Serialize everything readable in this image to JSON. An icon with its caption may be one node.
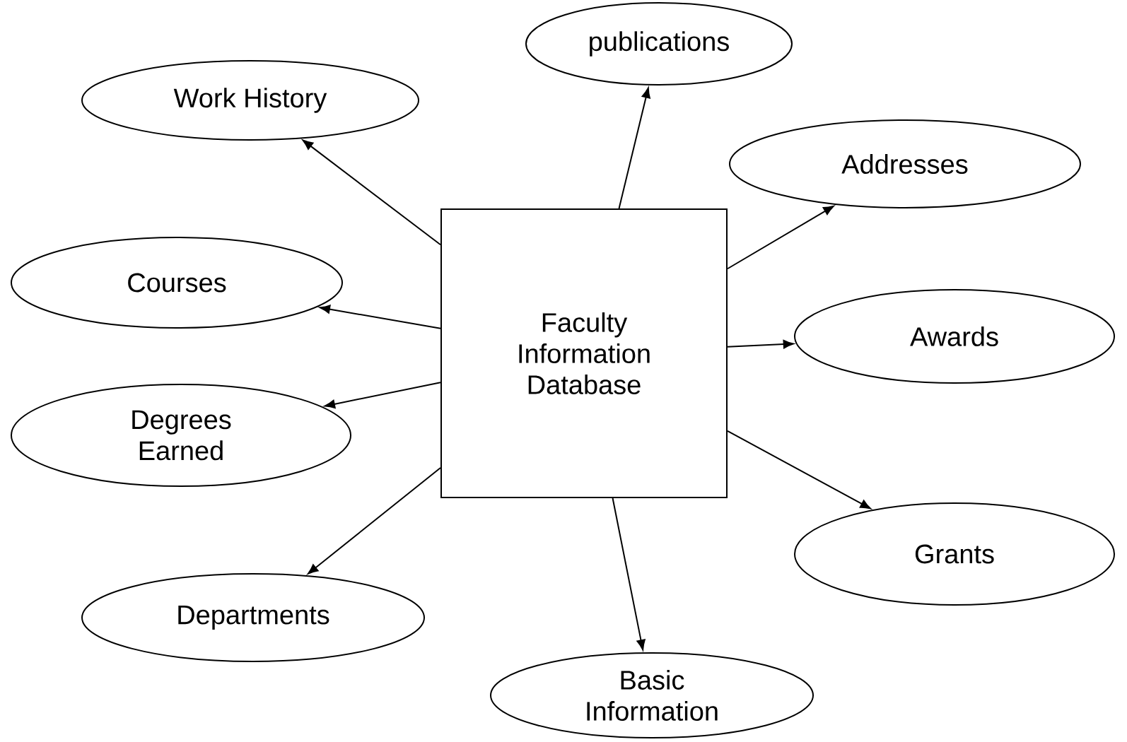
{
  "diagram": {
    "nodes": [
      {
        "text": [
          "Faculty Information Database"
        ]
      },
      {
        "text": [
          "Work History"
        ]
      },
      {
        "text": [
          "publications"
        ]
      },
      {
        "text": [
          "Addresses"
        ]
      },
      {
        "text": [
          "Courses"
        ]
      },
      {
        "text": [
          "Awards"
        ]
      },
      {
        "text": [
          "Degrees Earned"
        ]
      },
      {
        "text": [
          "Grants"
        ]
      },
      {
        "text": [
          "Departments"
        ]
      },
      {
        "text": [
          "Basic Information"
        ]
      }
    ],
    "edges": [
      {
        "from": 0,
        "to": 1,
        "arrow": "to"
      },
      {
        "from": 0,
        "to": 2,
        "arrow": "to"
      },
      {
        "from": 0,
        "to": 3,
        "arrow": "to"
      },
      {
        "from": 0,
        "to": 4,
        "arrow": "to"
      },
      {
        "from": 0,
        "to": 5,
        "arrow": "to"
      },
      {
        "from": 0,
        "to": 6,
        "arrow": "to"
      },
      {
        "from": 0,
        "to": 7,
        "arrow": "to"
      },
      {
        "from": 0,
        "to": 8,
        "arrow": "to"
      },
      {
        "from": 0,
        "to": 9,
        "arrow": "to"
      }
    ]
  }
}
